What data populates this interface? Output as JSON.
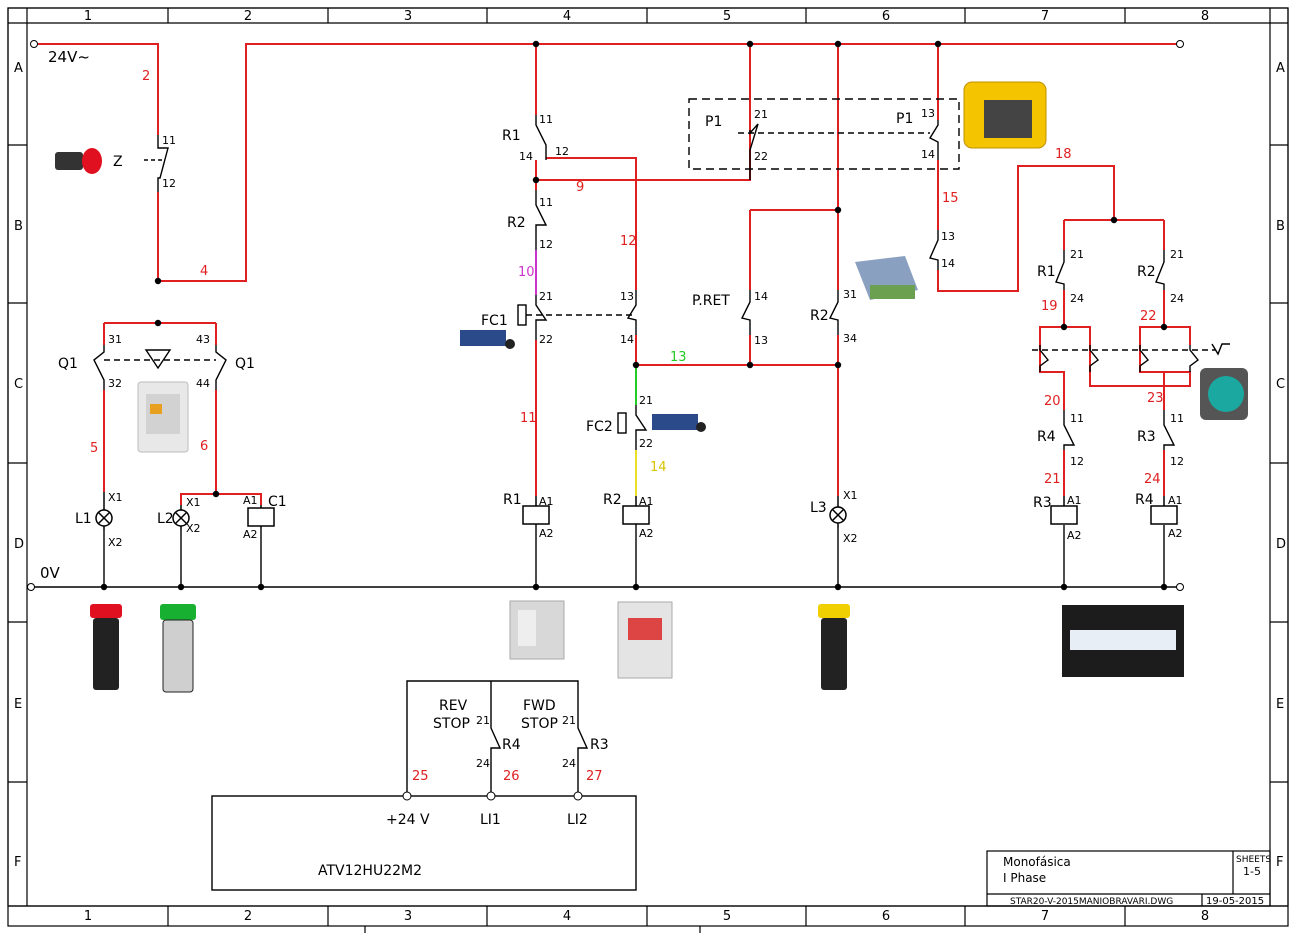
{
  "frame": {
    "columns": [
      "1",
      "2",
      "3",
      "4",
      "5",
      "6",
      "7",
      "8"
    ],
    "rows": [
      "A",
      "B",
      "C",
      "D",
      "E",
      "F"
    ]
  },
  "rails": {
    "supply": "24V~",
    "ground": "0V"
  },
  "wires": {
    "w2": "2",
    "w4": "4",
    "w5": "5",
    "w6": "6",
    "w9": "9",
    "w10": "10",
    "w11": "11",
    "w12": "12",
    "w13": "13",
    "w14": "14",
    "w15": "15",
    "w18": "18",
    "w19": "19",
    "w20": "20",
    "w21": "21",
    "w22": "22",
    "w23": "23",
    "w24": "24",
    "w25": "25",
    "w26": "26",
    "w27": "27"
  },
  "components": {
    "z": "Z",
    "q1": "Q1",
    "r1": "R1",
    "r2": "R2",
    "r3": "R3",
    "r4": "R4",
    "fc1": "FC1",
    "fc2": "FC2",
    "p1": "P1",
    "pret": "P.RET",
    "l1": "L1",
    "l2": "L2",
    "l3": "L3",
    "c1": "C1"
  },
  "pins": {
    "p11": "11",
    "p12": "12",
    "p13": "13",
    "p14": "14",
    "p21": "21",
    "p22": "22",
    "p24": "24",
    "p31": "31",
    "p32": "32",
    "p34": "34",
    "p43": "43",
    "p44": "44",
    "a1": "A1",
    "a2": "A2",
    "x1": "X1",
    "x2": "X2"
  },
  "drive": {
    "model": "ATV12HU22M2",
    "terminal_24v": "+24 V",
    "terminal_li1": "LI1",
    "terminal_li2": "LI2",
    "rev_label": "REV",
    "fwd_label": "FWD",
    "stop_label": "STOP"
  },
  "title_block": {
    "title_line1": "Monofásica",
    "title_line2": "I Phase",
    "sheets_label": "SHEETS",
    "sheets_value": "1-5",
    "filename": "STAR20-V-2015MANIOBRAVARI.DWG",
    "date": "19-05-2015"
  },
  "colors": {
    "wire_main": "#e02020",
    "wire_10": "#cc33cc",
    "wire_13": "#22cc22",
    "wire_14": "#e8e020",
    "lamp_red": "#e01020",
    "lamp_green": "#18b030",
    "lamp_yellow": "#f0d000",
    "pedal_yellow": "#f4c400",
    "limit_switch_blue": "#2a4a8a"
  }
}
